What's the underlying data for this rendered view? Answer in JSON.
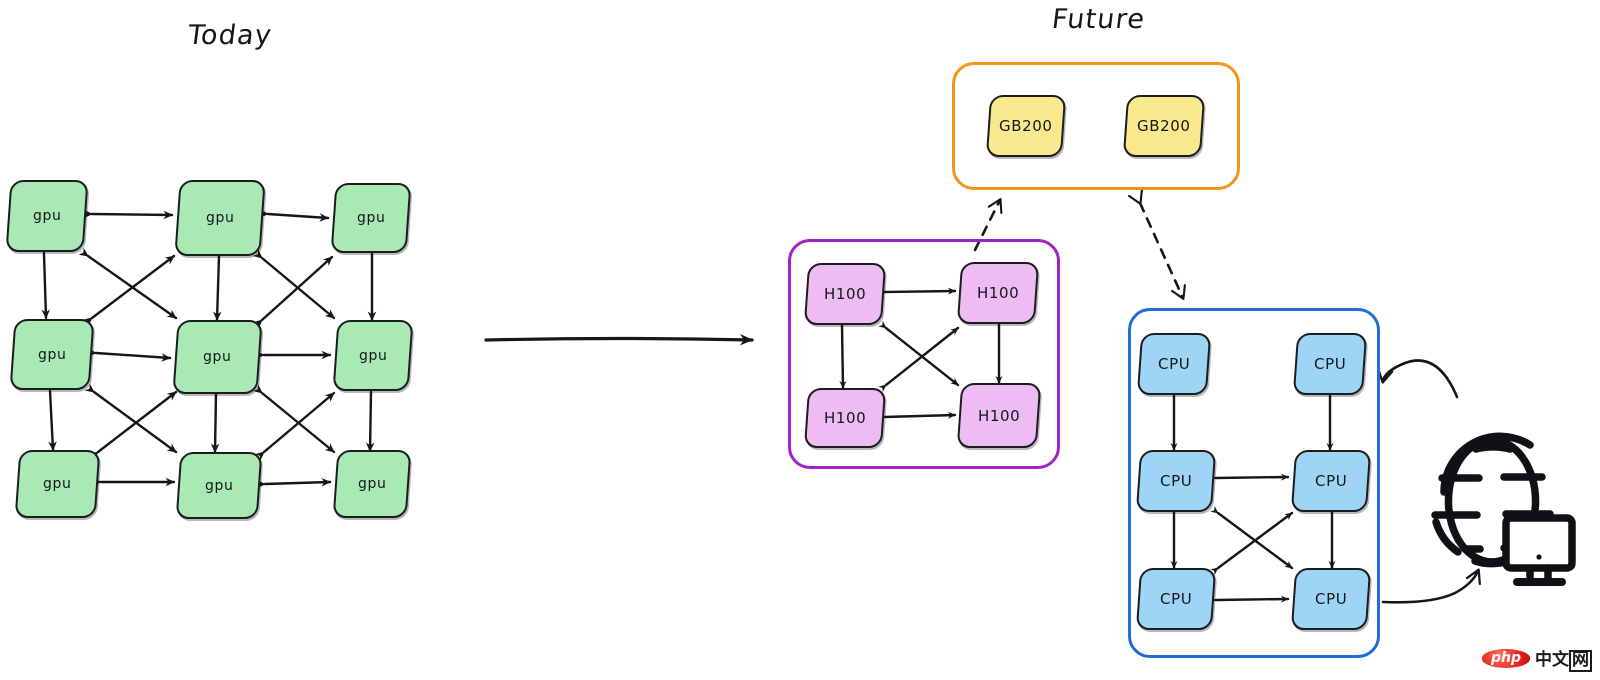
{
  "titles": {
    "today": "Today",
    "future": "Future"
  },
  "today": {
    "label": "Today",
    "node_label": "gpu",
    "node_count": 9,
    "grid": "3x3",
    "node_color": "#a8e9b4",
    "nodes": [
      {
        "label": "gpu",
        "row": 1,
        "col": 1
      },
      {
        "label": "gpu",
        "row": 1,
        "col": 2
      },
      {
        "label": "gpu",
        "row": 1,
        "col": 3
      },
      {
        "label": "gpu",
        "row": 2,
        "col": 1
      },
      {
        "label": "gpu",
        "row": 2,
        "col": 2
      },
      {
        "label": "gpu",
        "row": 2,
        "col": 3
      },
      {
        "label": "gpu",
        "row": 3,
        "col": 1
      },
      {
        "label": "gpu",
        "row": 3,
        "col": 2
      },
      {
        "label": "gpu",
        "row": 3,
        "col": 3
      }
    ]
  },
  "transition": {
    "arrow_name": "today-to-future-arrow",
    "direction": "right"
  },
  "future": {
    "label": "Future",
    "gb200_group": {
      "border_color": "#f39418",
      "nodes": [
        {
          "label": "GB200"
        },
        {
          "label": "GB200"
        }
      ]
    },
    "h100_group": {
      "border_color": "#a322c4",
      "node_color": "#eebbf2",
      "nodes": [
        {
          "label": "H100",
          "row": 1,
          "col": 1
        },
        {
          "label": "H100",
          "row": 1,
          "col": 2
        },
        {
          "label": "H100",
          "row": 2,
          "col": 1
        },
        {
          "label": "H100",
          "row": 2,
          "col": 2
        }
      ]
    },
    "cpu_group": {
      "border_color": "#1f6fd2",
      "node_color": "#9ed5f7",
      "nodes": [
        {
          "label": "CPU",
          "row": 1,
          "col": 1
        },
        {
          "label": "CPU",
          "row": 1,
          "col": 2
        },
        {
          "label": "CPU",
          "row": 2,
          "col": 1
        },
        {
          "label": "CPU",
          "row": 2,
          "col": 2
        },
        {
          "label": "CPU",
          "row": 3,
          "col": 1
        },
        {
          "label": "CPU",
          "row": 3,
          "col": 2
        }
      ]
    },
    "internet_icon": "globe-monitor-icon"
  },
  "watermark": {
    "badge": "php",
    "text_cn": "中文",
    "text_boxed": "网"
  }
}
